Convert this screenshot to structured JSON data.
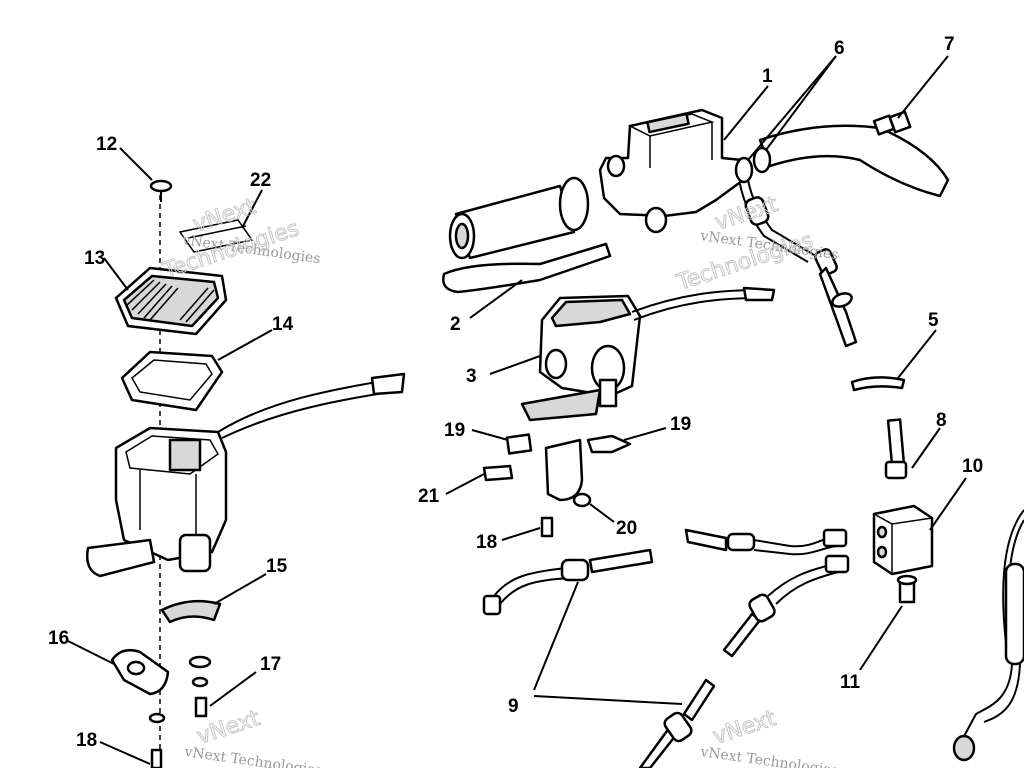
{
  "callouts": {
    "c1": "1",
    "c2": "2",
    "c3": "3",
    "c5": "5",
    "c6": "6",
    "c7": "7",
    "c8": "8",
    "c9": "9",
    "c10": "10",
    "c11": "11",
    "c12": "12",
    "c13": "13",
    "c14": "14",
    "c15": "15",
    "c16": "16",
    "c17": "17",
    "c18a": "18",
    "c18b": "18",
    "c19a": "19",
    "c19b": "19",
    "c20": "20",
    "c21": "21",
    "c22": "22"
  },
  "watermark": {
    "line1": "vNext",
    "line2": "vNext Technologies",
    "line3": "Technologies"
  }
}
